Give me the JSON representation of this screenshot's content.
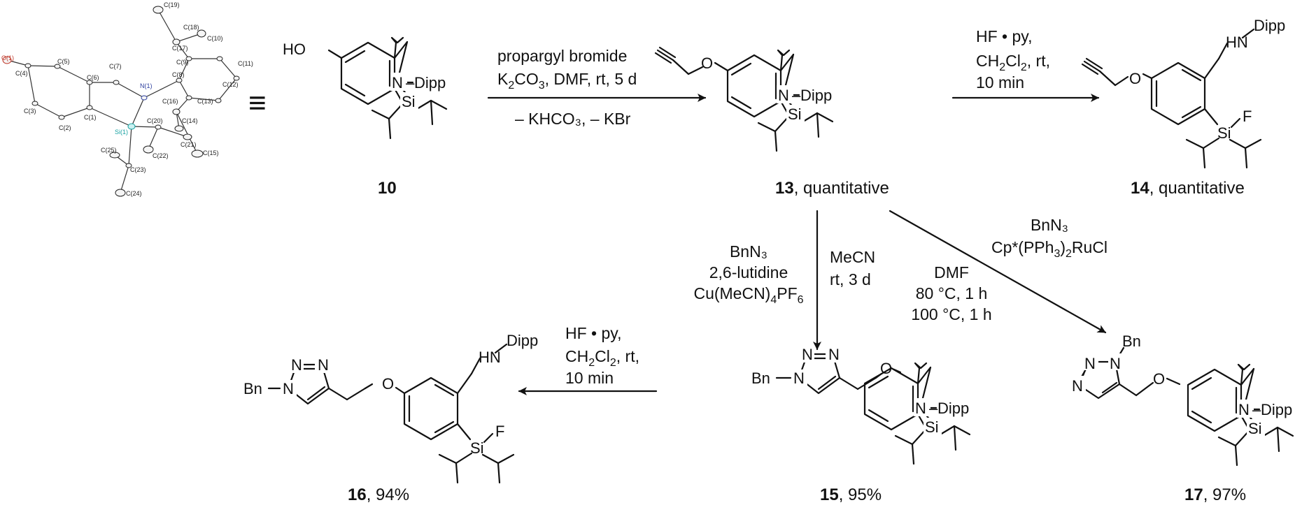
{
  "colors": {
    "ink": "#111111",
    "oxygen": "#c0392b",
    "nitrogen": "#2c3e9e",
    "silicon": "#1aa3a3"
  },
  "crystal": {
    "labels": [
      "O(1)",
      "C(4)",
      "C(5)",
      "C(3)",
      "C(6)",
      "C(7)",
      "C(2)",
      "C(1)",
      "N(1)",
      "Si(1)",
      "C(8)",
      "C(9)",
      "C(10)",
      "C(11)",
      "C(12)",
      "C(13)",
      "C(14)",
      "C(15)",
      "C(16)",
      "C(17)",
      "C(18)",
      "C(19)",
      "C(20)",
      "C(21)",
      "C(22)",
      "C(23)",
      "C(24)",
      "C(25)"
    ]
  },
  "equiv_symbol": "≡",
  "atoms": {
    "HO": "HO",
    "O": "O",
    "N": "N",
    "Si": "Si",
    "F": "F",
    "HN": "HN",
    "Dipp": "Dipp",
    "Bn": "Bn",
    "dash": "–"
  },
  "compounds": {
    "c10": {
      "number": "10",
      "note": ""
    },
    "c13": {
      "number": "13",
      "note": ", quantitative"
    },
    "c14": {
      "number": "14",
      "note": ", quantitative"
    },
    "c15": {
      "number": "15",
      "note": ", 95%"
    },
    "c16": {
      "number": "16",
      "note": ", 94%"
    },
    "c17": {
      "number": "17",
      "note": ", 97%"
    }
  },
  "reactions": {
    "r1": {
      "line1": "propargyl bromide",
      "line2": [
        "K",
        "2",
        "CO",
        "3",
        ", DMF, rt, 5 d"
      ],
      "line3": "– KHCO₃, – KBr"
    },
    "r2": {
      "line1": "HF • py,",
      "line2": [
        "CH",
        "2",
        "Cl",
        "2",
        ", rt,"
      ],
      "line3": "10 min"
    },
    "r3": {
      "left": [
        "BnN₃",
        "2,6-lutidine",
        [
          "Cu(MeCN)",
          "4",
          "PF",
          "6"
        ]
      ],
      "right": [
        "MeCN",
        "rt, 3 d"
      ]
    },
    "r4": {
      "line1": "BnN₃",
      "line2": [
        "Cp*(PPh",
        "3",
        ")",
        "2",
        "RuCl"
      ],
      "below": [
        "DMF",
        "80 °C, 1 h",
        "100 °C, 1 h"
      ]
    },
    "r5": {
      "line1": "HF • py,",
      "line2": [
        "CH",
        "2",
        "Cl",
        "2",
        ", rt,"
      ],
      "line3": "10 min"
    }
  }
}
